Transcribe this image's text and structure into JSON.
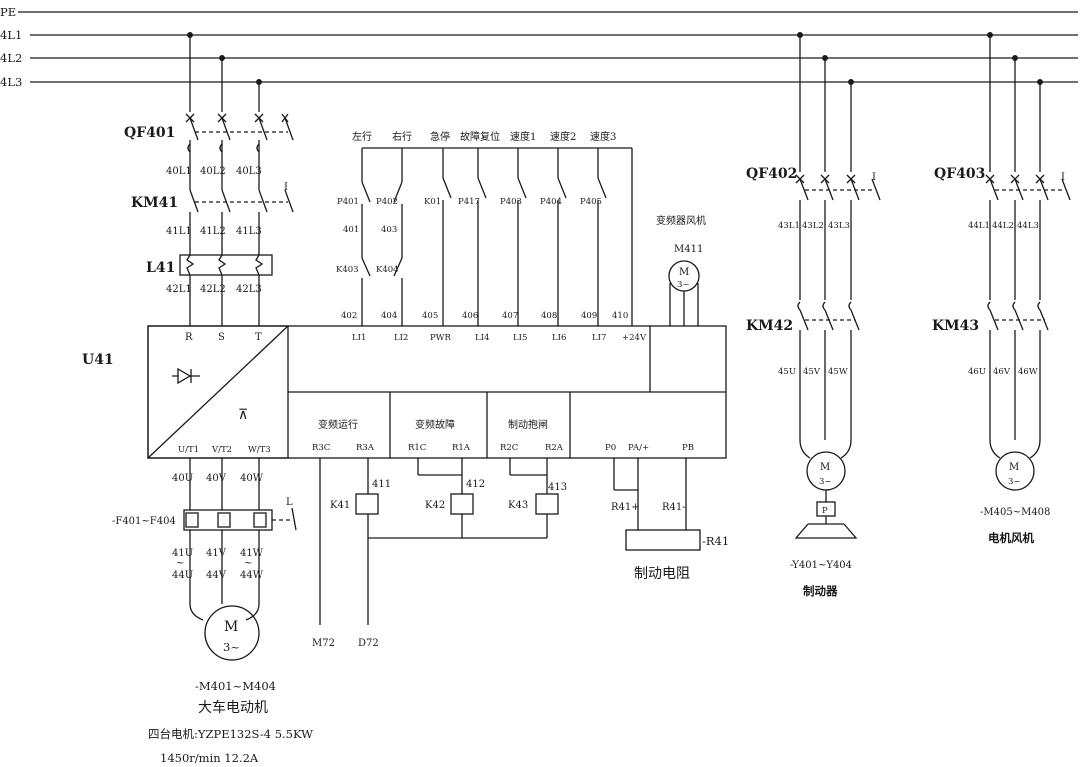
{
  "buses": [
    "PE",
    "4L1",
    "4L2",
    "4L3"
  ],
  "breakers": {
    "qf401": "QF401",
    "qf402": "QF402",
    "qf403": "QF403"
  },
  "contactors": {
    "km41": "KM41",
    "km42": "KM42",
    "km43": "KM43"
  },
  "reactor": "L41",
  "inverter": "U41",
  "main_wires": {
    "row1": [
      "40L1",
      "40L2",
      "40L3"
    ],
    "row2": [
      "41L1",
      "41L2",
      "41L3"
    ],
    "row3": [
      "42L1",
      "42L2",
      "42L3"
    ],
    "out": [
      "40U",
      "40V",
      "40W"
    ],
    "motor_top": [
      "41U",
      "41V",
      "41W"
    ],
    "tilde": "~",
    "motor_bot": [
      "44U",
      "44V",
      "44W"
    ]
  },
  "inverter_terminals": {
    "input": [
      "R",
      "S",
      "T"
    ],
    "output": [
      "U/T1",
      "V/T2",
      "W/T3"
    ],
    "control": [
      "LI1",
      "LI2",
      "PWR",
      "LI4",
      "LI5",
      "LI6",
      "LI7",
      "+24V"
    ]
  },
  "relay_blocks": [
    {
      "title": "变频运行",
      "terminals": [
        "R3C",
        "R3A"
      ]
    },
    {
      "title": "变频故障",
      "terminals": [
        "R1C",
        "R1A"
      ]
    },
    {
      "title": "制动抱闸",
      "terminals": [
        "R2C",
        "R2A"
      ]
    }
  ],
  "brake_terminals": [
    "P0",
    "PA/+",
    "PB"
  ],
  "command_labels": [
    "左行",
    "右行",
    "急停",
    "故障复位",
    "速度1",
    "速度2",
    "速度3"
  ],
  "contacts": {
    "row1": [
      "P401",
      "P402",
      "K01",
      "P417",
      "P403",
      "P404",
      "P405"
    ],
    "mid_wires": [
      "401",
      "403"
    ],
    "row2": [
      "K403",
      "K404"
    ],
    "wire_numbers": [
      "402",
      "404",
      "405",
      "406",
      "407",
      "408",
      "409",
      "410"
    ]
  },
  "fan": {
    "title": "变频器风机",
    "id": "M411",
    "symbol": "M",
    "phase": "3~"
  },
  "relays": [
    {
      "coil": "K41",
      "wire": "411"
    },
    {
      "coil": "K42",
      "wire": "412"
    },
    {
      "coil": "K43",
      "wire": "413"
    }
  ],
  "outputs": [
    "M72",
    "D72"
  ],
  "overload": "-F401~F404",
  "brake_resistor": {
    "id": "-R41",
    "plus": "R41+",
    "minus": "R41-",
    "title": "制动电阻"
  },
  "main_motor": {
    "symbol": "M",
    "phase": "3~",
    "id": "-M401~M404",
    "name": "大车电动机",
    "spec1": "四台电机:YZPE132S-4  5.5KW",
    "spec2": "1450r/min  12.2A"
  },
  "branch2": {
    "wires_top": [
      "43L1",
      "43L2",
      "43L3"
    ],
    "wires_bot": [
      "45U",
      "45V",
      "45W"
    ],
    "motor_symbol": "M",
    "motor_phase": "3~",
    "brake_box": "P",
    "id": "-Y401~Y404",
    "name": "制动器"
  },
  "branch3": {
    "wires_top": [
      "44L1",
      "44L2",
      "44L3"
    ],
    "wires_bot": [
      "46U",
      "46V",
      "46W"
    ],
    "motor_symbol": "M",
    "motor_phase": "3~",
    "id": "-M405~M408",
    "name": "电机风机"
  },
  "marks": {
    "aux": "I",
    "overload_aux": "L"
  }
}
